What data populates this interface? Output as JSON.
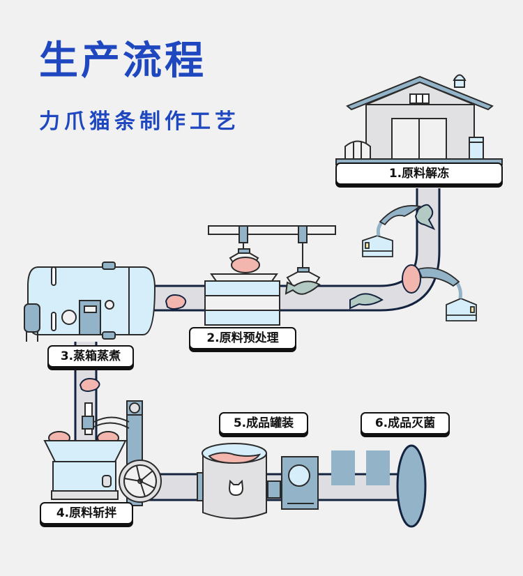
{
  "header": {
    "title": "生产流程",
    "subtitle": "力爪猫条制作工艺"
  },
  "steps": [
    {
      "label": "1.原料解冻",
      "name": "raw-material-thawing"
    },
    {
      "label": "2.原料预处理",
      "name": "raw-material-pretreatment"
    },
    {
      "label": "3.蒸箱蒸煮",
      "name": "steam-box-cooking"
    },
    {
      "label": "4.原料斩拌",
      "name": "raw-material-chopping"
    },
    {
      "label": "5.成品罐装",
      "name": "product-canning"
    },
    {
      "label": "6.成品灭菌",
      "name": "product-sterilization"
    }
  ],
  "colors": {
    "brand_blue": "#1f48c0",
    "background": "#f1f1f1",
    "pipe_fill": "#dedee2",
    "outline": "#13233f",
    "steel_blue": "#93b3c8",
    "light_blue": "#d6eefa",
    "meat_pink": "#f2b6ae",
    "fish_green": "#b3c9c4"
  }
}
